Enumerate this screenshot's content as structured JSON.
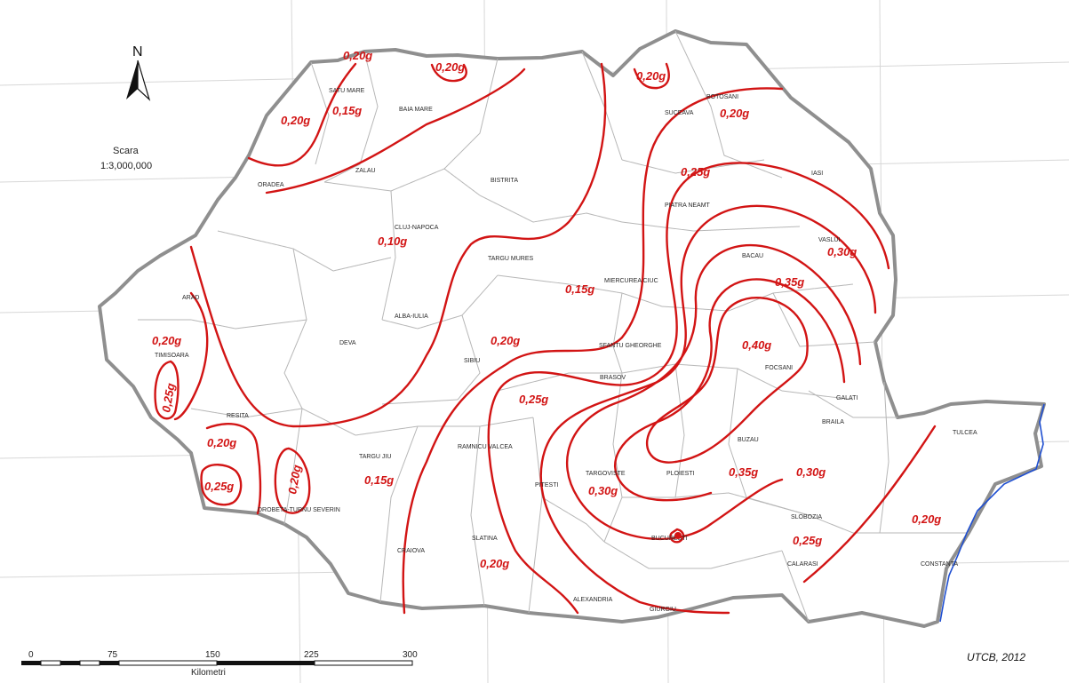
{
  "north_label": "N",
  "scale": {
    "label": "Scara",
    "ratio": "1:3,000,000"
  },
  "scalebar": {
    "ticks": [
      "0",
      "75",
      "150",
      "225",
      "300"
    ],
    "unit": "Kilometri"
  },
  "credit": "UTCB, 2012",
  "cities": [
    "SATU MARE",
    "BAIA MARE",
    "BOTOSANI",
    "SUCEAVA",
    "ORADEA",
    "ZALAU",
    "BISTRITA",
    "IASI",
    "CLUJ-NAPOCA",
    "PIATRA NEAMT",
    "VASLUI",
    "BACAU",
    "TARGU MURES",
    "MIERCUREA CIUC",
    "ARAD",
    "ALBA-IULIA",
    "DEVA",
    "SFANTU GHEORGHE",
    "TIMISOARA",
    "SIBIU",
    "FOCSANI",
    "BRASOV",
    "GALATI",
    "RESITA",
    "BRAILA",
    "TULCEA",
    "BUZAU",
    "RAMNICU VALCEA",
    "TARGU JIU",
    "TARGOVISTE",
    "PLOIESTI",
    "PITESTI",
    "DROBETA-TURNU SEVERIN",
    "SLOBOZIA",
    "BUCURESTI",
    "SLATINA",
    "CRAIOVA",
    "CALARASI",
    "CONSTANTA",
    "ALEXANDRIA",
    "GIURGIU"
  ],
  "zone_labels": [
    "0,20g",
    "0,20g",
    "0,20g",
    "0,20g",
    "0,15g",
    "0,20g",
    "0,10g",
    "0,25g",
    "0,30g",
    "0,15g",
    "0,35g",
    "0,20g",
    "0,20g",
    "0,40g",
    "0,25g",
    "0,25g",
    "0,20g",
    "0,35g",
    "0,30g",
    "0,25g",
    "0,20g",
    "0,15g",
    "0,30g",
    "0,20g",
    "0,25g",
    "0,20g"
  ],
  "colors": {
    "isolines": "#d21414",
    "coast": "#1f4fd1",
    "border": "#8f8f8f"
  }
}
